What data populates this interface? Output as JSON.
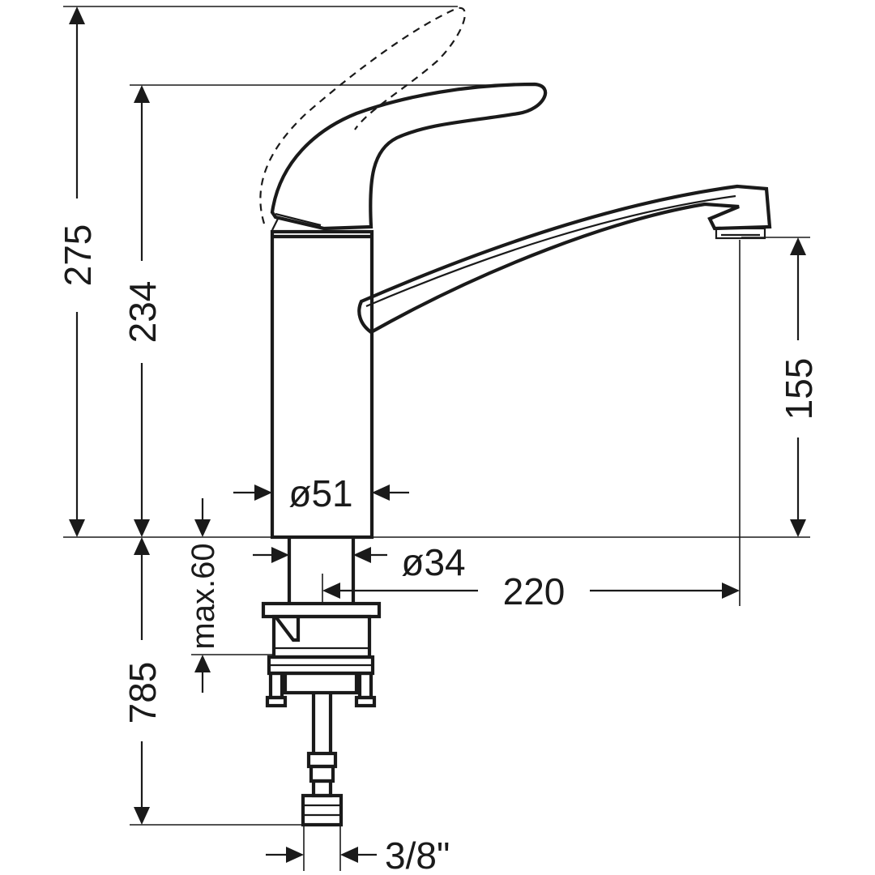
{
  "dimensions": {
    "total_height": "275",
    "handle_height": "234",
    "spout_clearance": "155",
    "body_diameter": "ø51",
    "shank_diameter": "ø34",
    "spout_reach": "220",
    "max_deck_thickness": "max.60",
    "hose_length": "785",
    "connection_thread": "3/8\""
  }
}
